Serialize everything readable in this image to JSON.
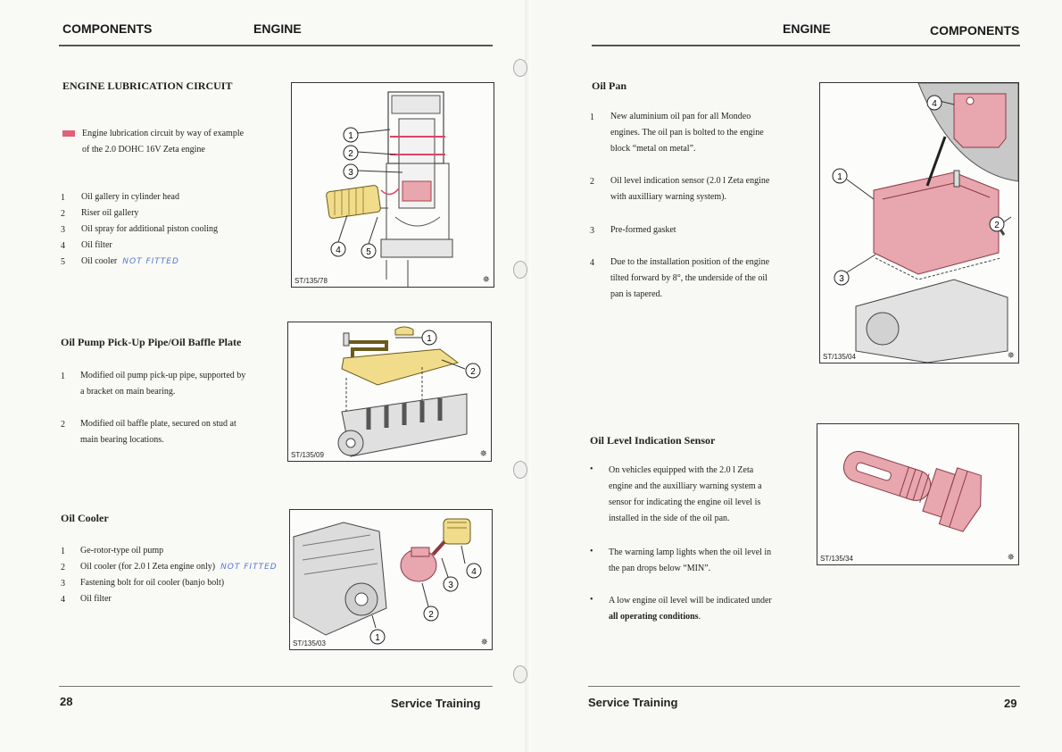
{
  "left": {
    "header_left": "COMPONENTS",
    "header_right": "ENGINE",
    "lubrication": {
      "title": "ENGINE LUBRICATION CIRCUIT",
      "intro_line1": "Engine lubrication circuit by way of example",
      "intro_line2": "of the 2.0 DOHC 16V Zeta engine",
      "items": [
        {
          "n": "1",
          "text": "Oil gallery in cylinder head"
        },
        {
          "n": "2",
          "text": "Riser oil gallery"
        },
        {
          "n": "3",
          "text": "Oil spray for additional piston cooling"
        },
        {
          "n": "4",
          "text": "Oil filter"
        },
        {
          "n": "5",
          "text": "Oil cooler"
        }
      ],
      "handnote": "NOT FITTED",
      "figure_label": "ST/135/78",
      "callouts": [
        "1",
        "2",
        "3",
        "4",
        "5"
      ]
    },
    "pickup": {
      "title": "Oil Pump Pick-Up Pipe/Oil Baffle Plate",
      "items": [
        {
          "n": "1",
          "line1": "Modified oil pump pick-up pipe, supported by",
          "line2": "a bracket on main bearing."
        },
        {
          "n": "2",
          "line1": "Modified oil baffle plate, secured on stud at",
          "line2": "main bearing locations."
        }
      ],
      "figure_label": "ST/135/09",
      "callouts": [
        "1",
        "2"
      ]
    },
    "cooler": {
      "title": "Oil Cooler",
      "items": [
        {
          "n": "1",
          "text": "Ge-rotor-type oil pump"
        },
        {
          "n": "2",
          "text": "Oil cooler (for 2.0 l Zeta engine only)"
        },
        {
          "n": "3",
          "text": "Fastening bolt for oil cooler (banjo bolt)"
        },
        {
          "n": "4",
          "text": "Oil filter"
        }
      ],
      "handnote": "NOT FITTED",
      "figure_label": "ST/135/03",
      "callouts": [
        "1",
        "2",
        "3",
        "4"
      ]
    },
    "page_number": "28",
    "footer": "Service Training"
  },
  "right": {
    "header_left": "ENGINE",
    "header_right": "COMPONENTS",
    "oilpan": {
      "title": "Oil Pan",
      "items": [
        {
          "n": "1",
          "lines": [
            "New aluminium oil pan for all Mondeo",
            "engines. The oil pan is bolted to the engine",
            "block “metal on metal”."
          ]
        },
        {
          "n": "2",
          "lines": [
            "Oil level indication sensor (2.0 l Zeta engine",
            "with auxilliary warning system)."
          ]
        },
        {
          "n": "3",
          "lines": [
            "Pre-formed gasket"
          ]
        },
        {
          "n": "4",
          "lines": [
            "Due to the installation position of the engine",
            "tilted forward by 8°, the underside of the oil",
            "pan is tapered."
          ]
        }
      ],
      "figure_label": "ST/135/04",
      "callouts": [
        "1",
        "2",
        "3",
        "4"
      ]
    },
    "sensor": {
      "title": "Oil Level Indication Sensor",
      "bullets": [
        {
          "lines": [
            "On vehicles equipped with the 2.0 l Zeta",
            "engine and the auxilliary warning system a",
            "sensor for indicating the engine oil level is",
            "installed in the side of the oil pan."
          ]
        },
        {
          "lines": [
            "The warning lamp lights when the oil level in",
            "the pan drops below “MIN”."
          ]
        },
        {
          "lines": [
            "A low engine oil level will be indicated under"
          ],
          "bold": "all operating conditions",
          "tail": "."
        }
      ],
      "figure_label": "ST/135/34"
    },
    "footer": "Service Training",
    "page_number": "29"
  },
  "colors": {
    "pink": "#e8a6ae",
    "yellow": "#f0dc8a",
    "accent_red": "#e0607a",
    "note_blue": "#5577cc"
  }
}
